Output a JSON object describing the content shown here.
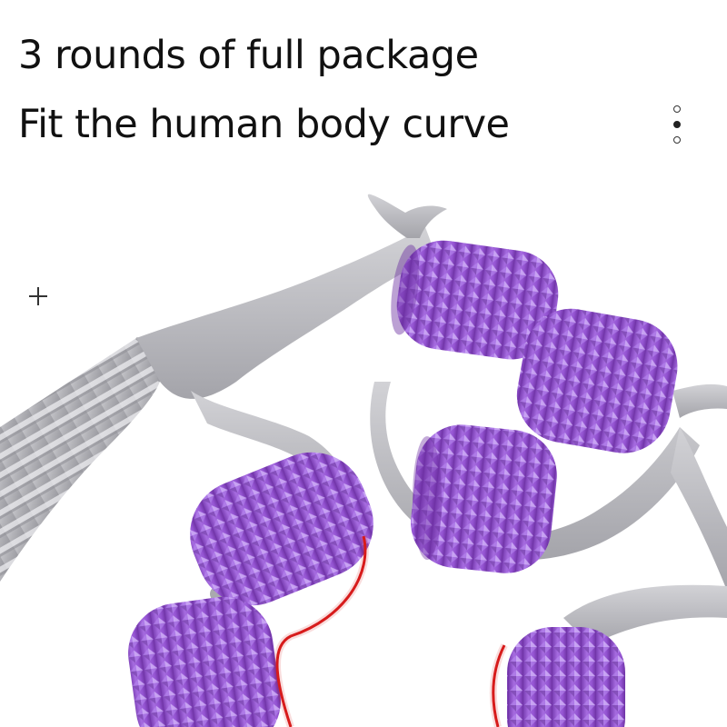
{
  "headline": {
    "line1": "3 rounds of full package",
    "line2": "Fit the human body curve"
  },
  "carousel": {
    "total_slides": 3,
    "active_index": 1
  },
  "colors": {
    "roller_purple": "#9a5bd0",
    "frame_gray": "#b8b8bc",
    "curve_red": "#d81c1c",
    "text": "#111111"
  },
  "icons": {
    "expand": "plus-icon",
    "pager": "carousel-dots"
  }
}
